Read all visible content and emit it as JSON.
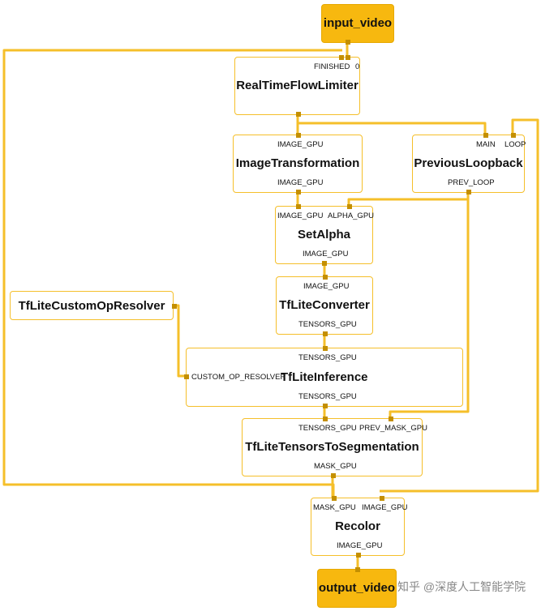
{
  "nodes": {
    "input_video": {
      "title": "input_video"
    },
    "rtfl": {
      "title": "RealTimeFlowLimiter",
      "in": [
        "FINISHED",
        "0"
      ]
    },
    "imgtrans": {
      "title": "ImageTransformation",
      "in": [
        "IMAGE_GPU"
      ],
      "out": [
        "IMAGE_GPU"
      ]
    },
    "prevloop": {
      "title": "PreviousLoopback",
      "in": [
        "MAIN",
        "LOOP"
      ],
      "out": [
        "PREV_LOOP"
      ]
    },
    "setalpha": {
      "title": "SetAlpha",
      "in": [
        "IMAGE_GPU",
        "ALPHA_GPU"
      ],
      "out": [
        "IMAGE_GPU"
      ]
    },
    "resolver": {
      "title": "TfLiteCustomOpResolver"
    },
    "converter": {
      "title": "TfLiteConverter",
      "in": [
        "IMAGE_GPU"
      ],
      "out": [
        "TENSORS_GPU"
      ]
    },
    "inference": {
      "title": "TfLiteInference",
      "in": [
        "TENSORS_GPU",
        "CUSTOM_OP_RESOLVER"
      ],
      "out": [
        "TENSORS_GPU"
      ]
    },
    "tts": {
      "title": "TfLiteTensorsToSegmentation",
      "in": [
        "TENSORS_GPU",
        "PREV_MASK_GPU"
      ],
      "out": [
        "MASK_GPU"
      ]
    },
    "recolor": {
      "title": "Recolor",
      "in": [
        "MASK_GPU",
        "IMAGE_GPU"
      ],
      "out": [
        "IMAGE_GPU"
      ]
    },
    "output_video": {
      "title": "output_video"
    }
  },
  "watermark": "知乎 @深度人工智能学院",
  "colors": {
    "node_border": "#f5bf2a",
    "io_fill": "#f7b80f",
    "edge": "#f5bf2a",
    "port": "#c48f00"
  }
}
